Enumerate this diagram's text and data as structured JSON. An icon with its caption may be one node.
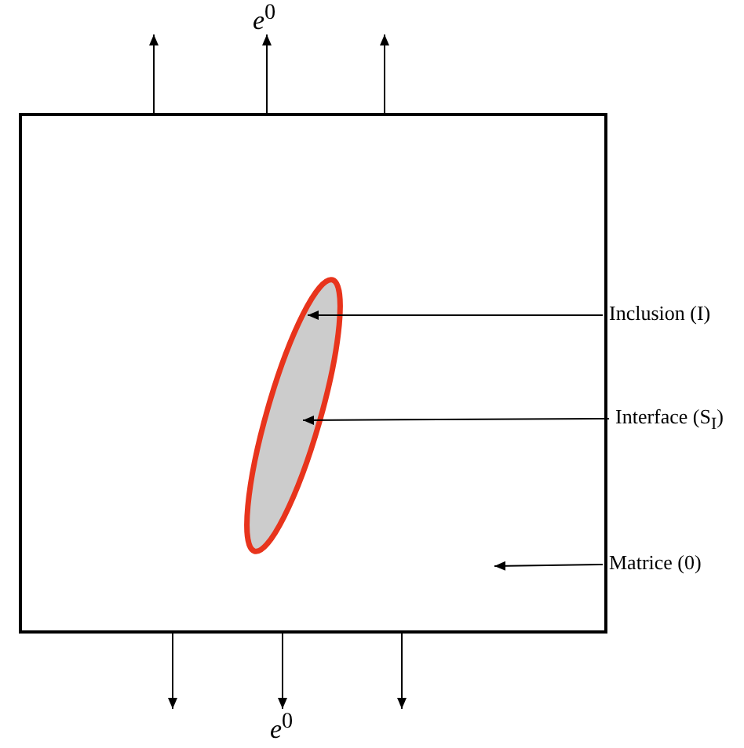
{
  "diagram": {
    "nodes": [
      {
        "text": [],
        "shape": "box"
      },
      {
        "text": [],
        "shape": "ellipse",
        "in": 0
      },
      {
        "text": [
          "Inclusion (I)"
        ]
      },
      {
        "text": [
          "Interface (S$_{I}$)"
        ]
      },
      {
        "text": [
          "Matrice (0)"
        ]
      }
    ],
    "edges": [
      {
        "from": 2,
        "to": 1,
        "arrow": "to"
      },
      {
        "from": 3,
        "to": 1,
        "arrow": "to"
      },
      {
        "from": 4,
        "to": 0,
        "arrow": "to"
      }
    ],
    "labels": [
      "*e*$^{0}$",
      "*e*$^{0}$"
    ]
  }
}
